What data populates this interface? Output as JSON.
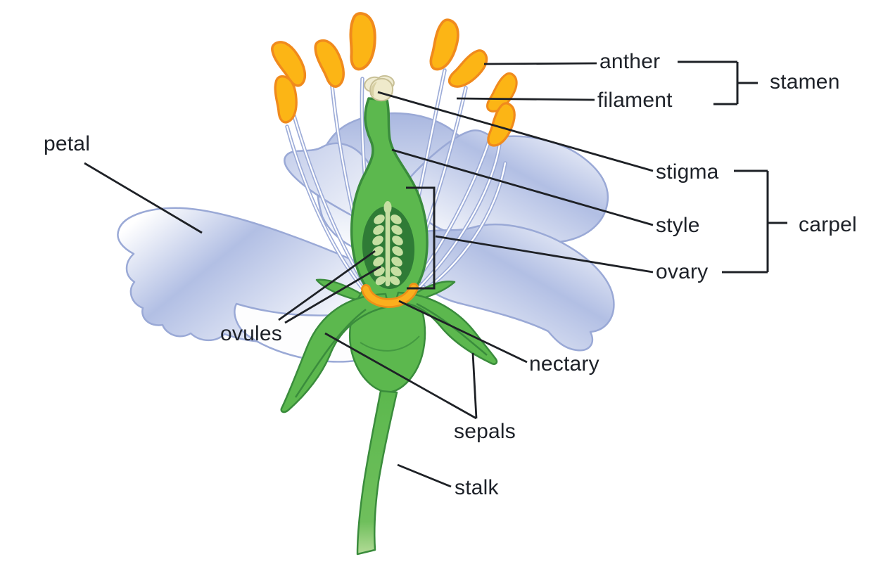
{
  "diagram": {
    "subject": "flower cross-section anatomy",
    "labels": {
      "petal": "petal",
      "anther": "anther",
      "filament": "filament",
      "stamen": "stamen",
      "stigma": "stigma",
      "style": "style",
      "ovary": "ovary",
      "carpel": "carpel",
      "ovules": "ovules",
      "nectary": "nectary",
      "sepals": "sepals",
      "stalk": "stalk"
    },
    "groups": [
      {
        "label": "stamen",
        "members": [
          "anther",
          "filament"
        ]
      },
      {
        "label": "carpel",
        "members": [
          "stigma",
          "style",
          "ovary"
        ]
      }
    ],
    "colors": {
      "background": "#FFFFFF",
      "petal_outline": "#9AA9D6",
      "petal_shade": "#AEBBE3",
      "anther_fill": "#FCB515",
      "anther_outline": "#F08A1D",
      "filament": "#9DACD8",
      "plant_green": "#5CB84E",
      "plant_green_dark": "#3A8C3C",
      "ovary_interior": "#2F7B36",
      "ovule": "#C6DFA2",
      "stigma_cream": "#F0ECD2",
      "nectary_orange": "#F9A51B",
      "label_text": "#1D2128",
      "leader_line": "#1E2126"
    }
  }
}
